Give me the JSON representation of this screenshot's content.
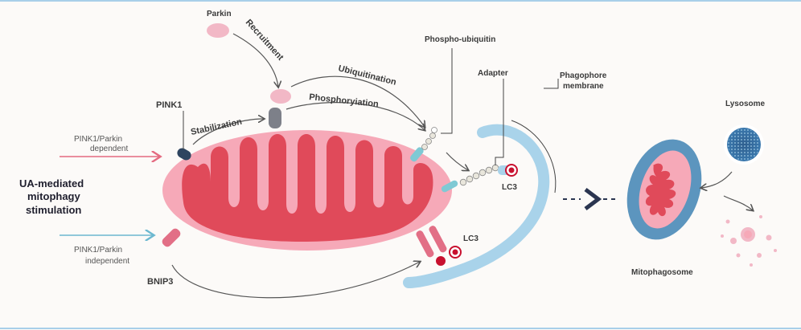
{
  "labels": {
    "parkin": "Parkin",
    "recruitment": "Recruitment",
    "ubiquitination": "Ubiquitination",
    "phosphorylation": "Phosphoryiation",
    "phospho_ubiquitin": "Phospho-ubiquitin",
    "adapter": "Adapter",
    "phagophore_line1": "Phagophore",
    "phagophore_line2": "membrane",
    "lysosome": "Lysosome",
    "pink1": "PINK1",
    "stabilization": "Stabilization",
    "dependent_line1": "PINK1/Parkin",
    "dependent_line2": "dependent",
    "ua_line1": "UA-mediated",
    "ua_line2": "mitophagy",
    "ua_line3": "stimulation",
    "independent_line1": "PINK1/Parkin",
    "independent_line2": "independent",
    "lc3_top": "LC3",
    "lc3_bottom": "LC3",
    "bnip3": "BNIP3",
    "mitophagosome": "Mitophagosome"
  },
  "colors": {
    "background": "#fcfaf8",
    "mito_outer": "#f6a9b8",
    "mito_inner": "#e04a5a",
    "pink": "#f2b8c6",
    "gray": "#7d8089",
    "dark_blue": "#2e4460",
    "light_blue": "#a9d3ea",
    "mid_blue": "#5c95be",
    "teal": "#7fc9d4",
    "red_arrow": "#e46a80",
    "blue_arrow": "#6cb8d0",
    "crimson": "#c8102e",
    "chevron": "#2b3550",
    "border": "#a8cfe9"
  },
  "icons": {
    "next": "chevron-right-icon"
  }
}
